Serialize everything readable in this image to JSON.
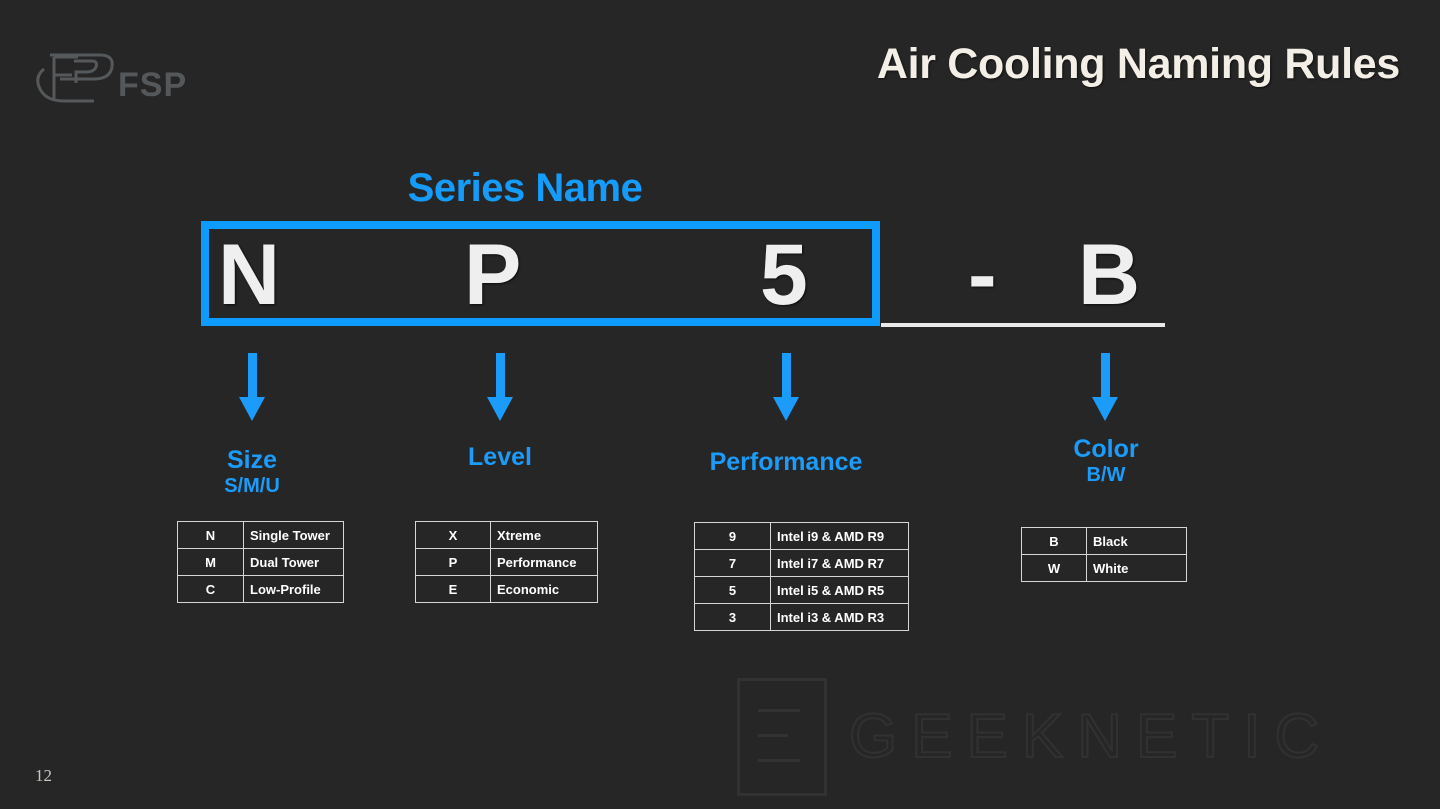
{
  "slide": {
    "title": "Air Cooling Naming Rules",
    "page_number": "12",
    "background_color": "#262626",
    "accent_color": "#0d9bff",
    "title_color": "#f3efe7"
  },
  "logo": {
    "brand": "FSP",
    "icon": "fsp-emblem"
  },
  "naming": {
    "series_label": "Series Name",
    "characters": {
      "size": "N",
      "level": "P",
      "performance": "5",
      "separator": "-",
      "color": "B"
    }
  },
  "categories": [
    {
      "key": "size",
      "label": "Size",
      "sub": "S/M/U"
    },
    {
      "key": "level",
      "label": "Level",
      "sub": ""
    },
    {
      "key": "performance",
      "label": "Performance",
      "sub": ""
    },
    {
      "key": "color",
      "label": "Color",
      "sub": "B/W"
    }
  ],
  "tables": {
    "size": [
      {
        "code": "N",
        "meaning": "Single Tower"
      },
      {
        "code": "M",
        "meaning": "Dual Tower"
      },
      {
        "code": "C",
        "meaning": "Low-Profile"
      }
    ],
    "level": [
      {
        "code": "X",
        "meaning": "Xtreme"
      },
      {
        "code": "P",
        "meaning": "Performance"
      },
      {
        "code": "E",
        "meaning": "Economic"
      }
    ],
    "performance": [
      {
        "code": "9",
        "meaning": "Intel i9 & AMD R9"
      },
      {
        "code": "7",
        "meaning": "Intel i7 & AMD R7"
      },
      {
        "code": "5",
        "meaning": "Intel i5 & AMD R5"
      },
      {
        "code": "3",
        "meaning": "Intel i3 & AMD R3"
      }
    ],
    "color": [
      {
        "code": "B",
        "meaning": "Black"
      },
      {
        "code": "W",
        "meaning": "White"
      }
    ]
  },
  "watermark": {
    "text": "GEEKNETIC",
    "icon": "geeknetic-e-logo"
  }
}
